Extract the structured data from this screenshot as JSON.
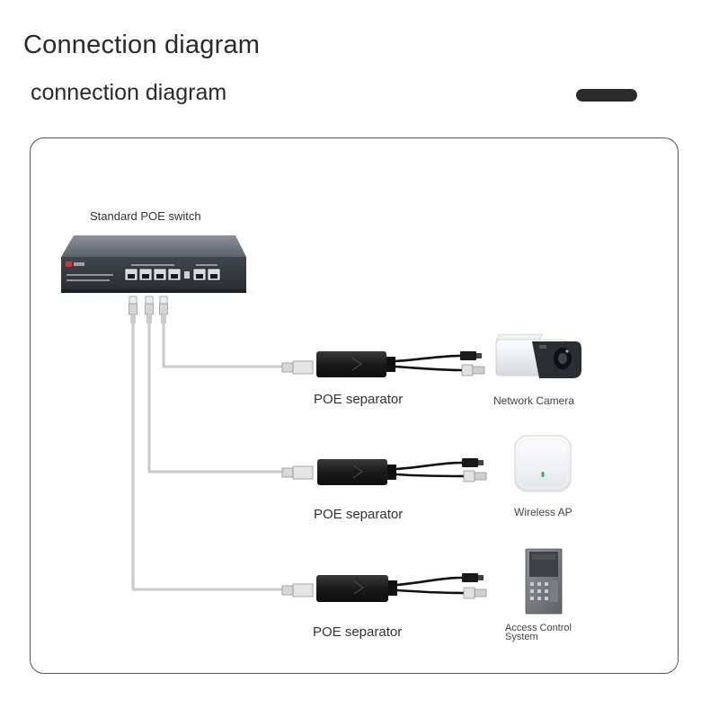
{
  "header": {
    "title": "Connection diagram",
    "subtitle": "connection diagram"
  },
  "switch": {
    "label": "Standard POE switch"
  },
  "rows": [
    {
      "separator_label": "POE separator",
      "device_label": "Network Camera",
      "device_icon": "ip-camera-icon"
    },
    {
      "separator_label": "POE separator",
      "device_label": "Wireless AP",
      "device_icon": "wireless-ap-icon"
    },
    {
      "separator_label": "POE separator",
      "device_label": "Access Control System",
      "device_icon": "access-control-icon"
    }
  ],
  "colors": {
    "cable": "#c9cccf",
    "separator": "#1e1e1e",
    "switch_body": "#3c4046",
    "panel_border": "#555555"
  }
}
